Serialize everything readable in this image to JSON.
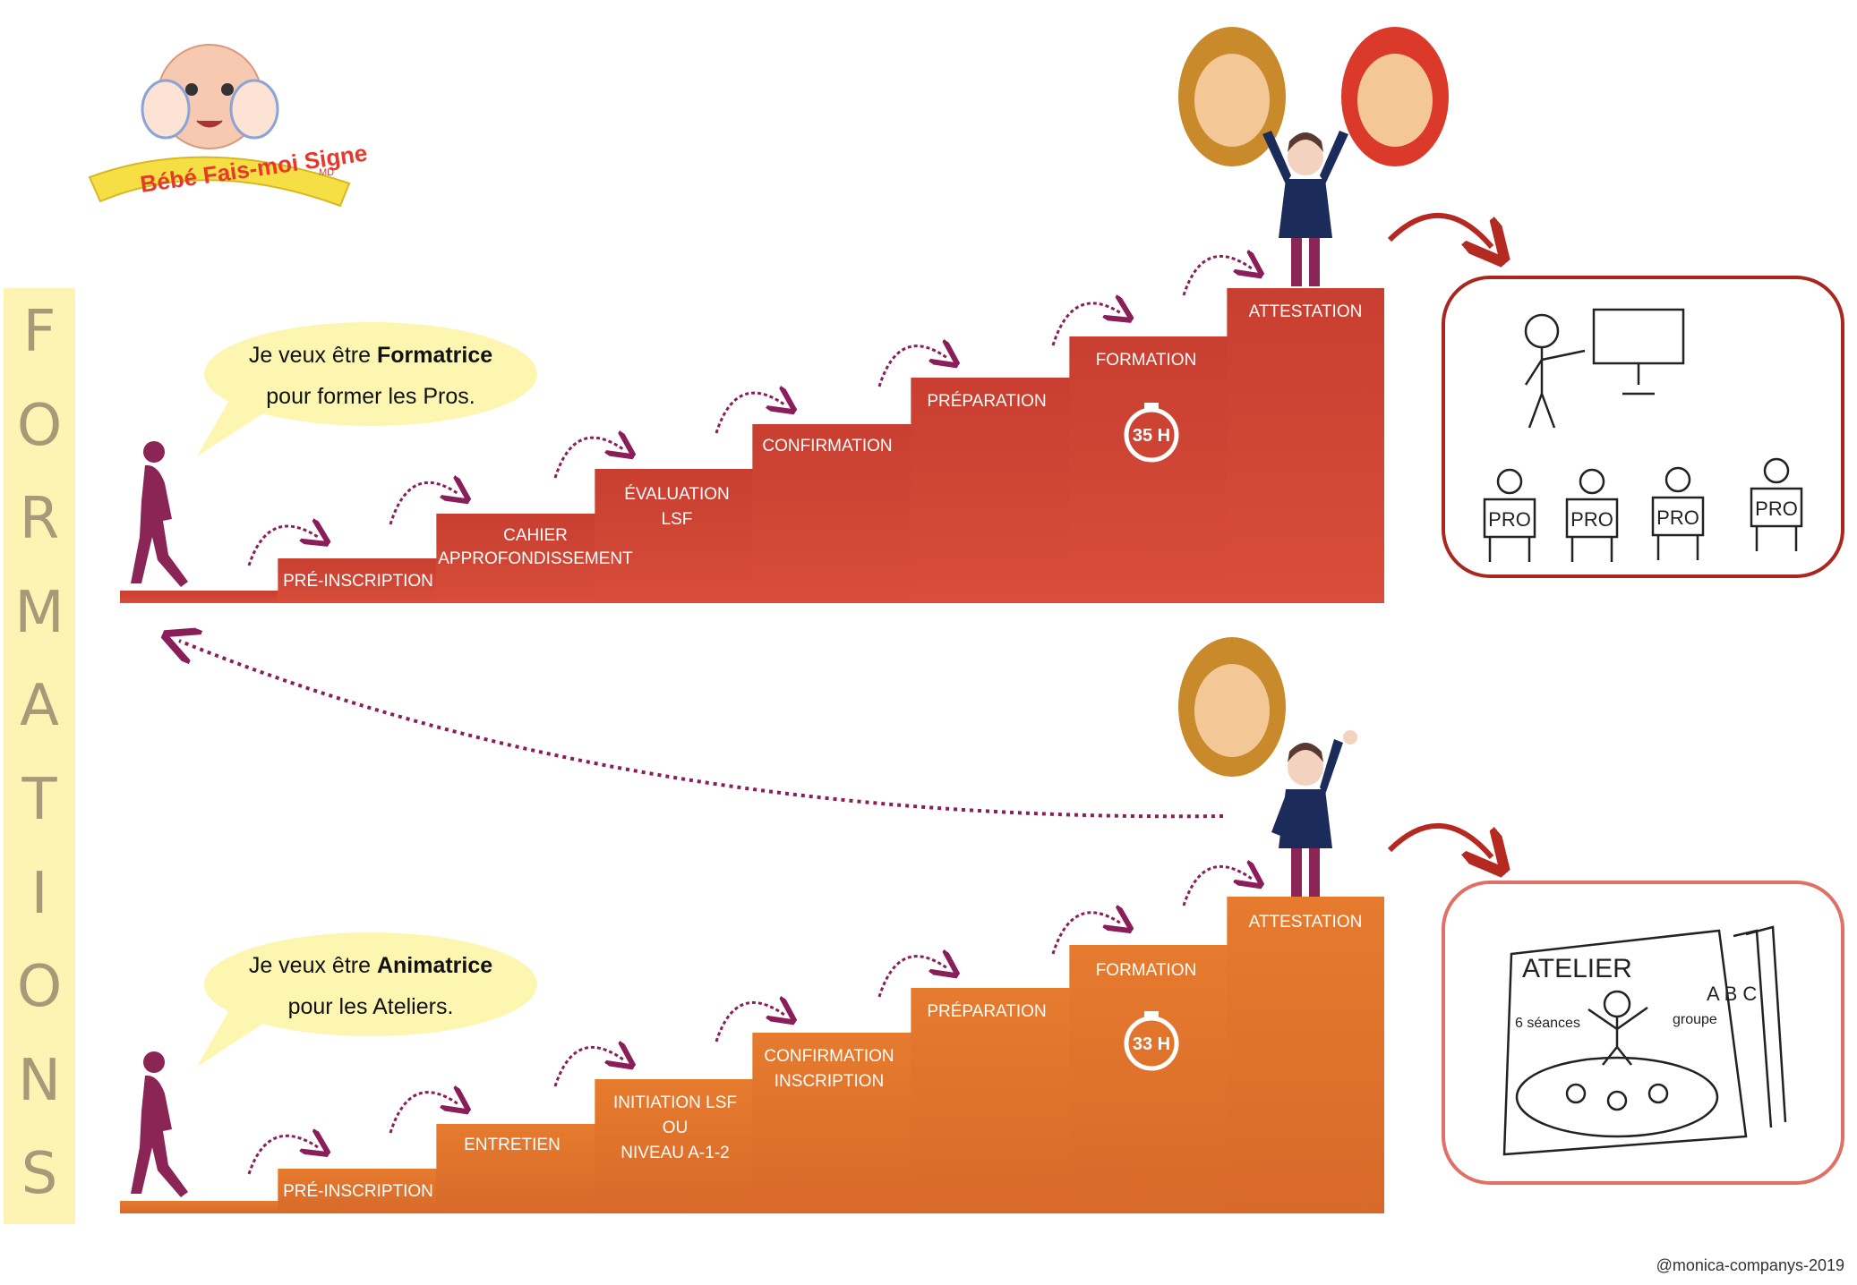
{
  "logo": {
    "text": "Bébé Fais-moi Signe",
    "sup": "MD",
    "badge_text": "Bébé Fais-moi Signe"
  },
  "side_title": "FORMATIONS",
  "top_path": {
    "speech_line1_prefix": "Je veux être ",
    "speech_line1_bold": "Formatrice",
    "speech_line2": "pour former les Pros.",
    "steps": [
      [
        "PRÉ-INSCRIPTION"
      ],
      [
        "CAHIER",
        "APPROFONDISSEMENT"
      ],
      [
        "ÉVALUATION",
        "LSF"
      ],
      [
        "CONFIRMATION"
      ],
      [
        "PRÉPARATION"
      ],
      [
        "FORMATION"
      ],
      [
        "ATTESTATION"
      ]
    ],
    "timer": "35 H",
    "color": "#cf4436",
    "illustration": {
      "labels": [
        "PRO",
        "PRO",
        "PRO",
        "PRO"
      ]
    }
  },
  "bottom_path": {
    "speech_line1_prefix": "Je veux être ",
    "speech_line1_bold": "Animatrice",
    "speech_line2": "pour les Ateliers.",
    "steps": [
      [
        "PRÉ-INSCRIPTION"
      ],
      [
        "ENTRETIEN"
      ],
      [
        "INITIATION LSF",
        "OU",
        "NIVEAU A-1-2"
      ],
      [
        "CONFIRMATION",
        "INSCRIPTION"
      ],
      [
        "PRÉPARATION"
      ],
      [
        "FORMATION"
      ],
      [
        "ATTESTATION"
      ]
    ],
    "timer": "33 H",
    "color": "#e0782d",
    "illustration": {
      "title": "ATELIER",
      "letters": "A B C",
      "note_left": "6 séances",
      "note_right": "groupe"
    }
  },
  "copyright": "@monica-companys-2019"
}
